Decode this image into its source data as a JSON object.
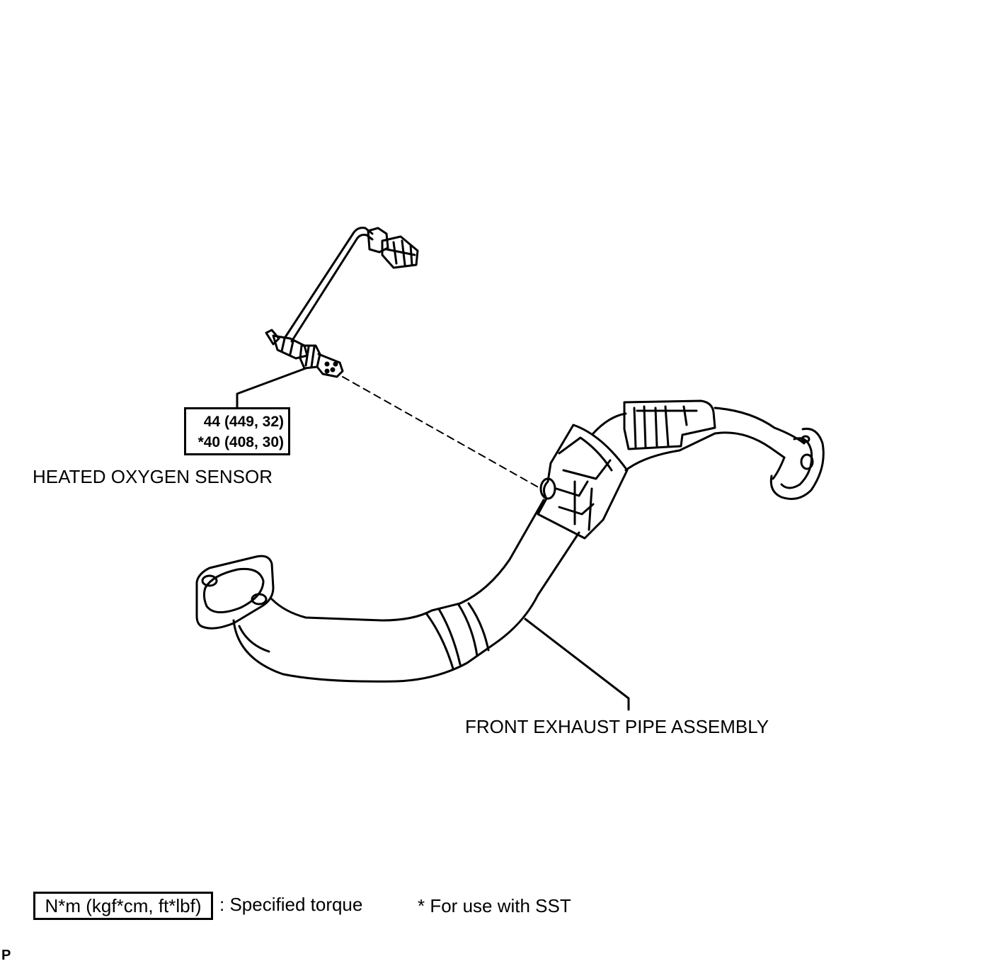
{
  "labels": {
    "sensor": "HEATED OXYGEN SENSOR",
    "pipe": "FRONT EXHAUST PIPE ASSEMBLY"
  },
  "torque": {
    "line1": "44 (449, 32)",
    "line2": "*40 (408, 30)"
  },
  "legend": {
    "unit_box": "N*m (kgf*cm, ft*lbf)",
    "unit_desc": ": Specified torque",
    "sst_note": "* For use with SST"
  },
  "corner_mark": "P"
}
